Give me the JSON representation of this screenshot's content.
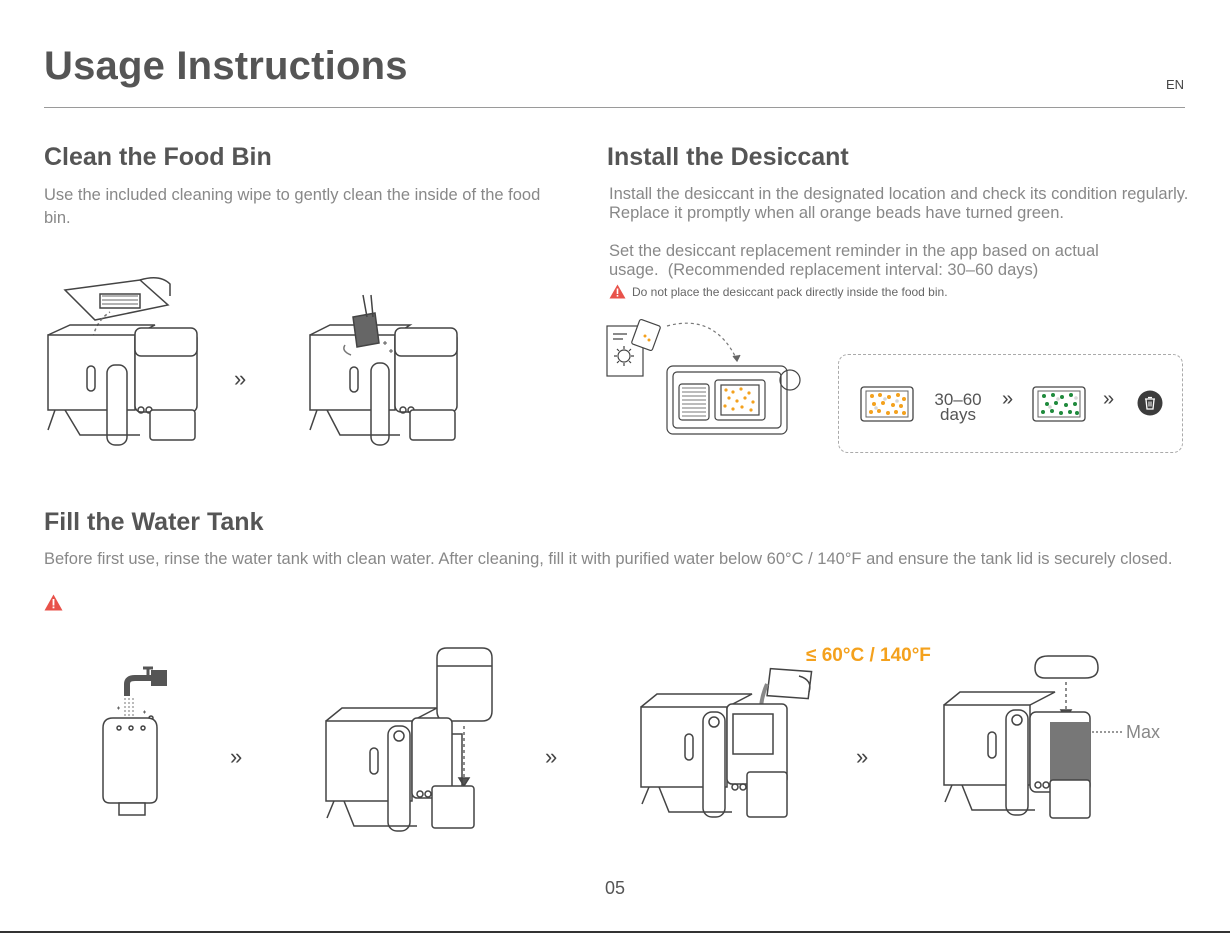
{
  "header": {
    "title": "Usage Instructions",
    "lang": "EN"
  },
  "clean": {
    "heading": "Clean the Food Bin",
    "text": "Use the included cleaning wipe to gently clean the inside of the food bin.",
    "arrow": "»"
  },
  "desiccant": {
    "heading": "Install the Desiccant",
    "text1": "Install the desiccant in the designated location and check its condition regularly. Replace it promptly when all orange beads have turned green.",
    "text2": "Set the desiccant replacement reminder in the app based on actual usage.  (Recommended replacement interval: 30–60 days)",
    "warning": "Do not place the desiccant pack directly inside the food bin.",
    "interval_line1": "30–60",
    "interval_line2": "days",
    "arrow": "»"
  },
  "water": {
    "heading": "Fill the Water Tank",
    "text": "Before first use, rinse the water tank with clean water. After cleaning, fill it with purified water below 60°C / 140°F and ensure the tank lid is securely closed.",
    "temp_label": "≤ 60°C / 140°F",
    "max_label": "Max",
    "arrow": "»"
  },
  "footer": {
    "page": "05"
  },
  "colors": {
    "warning": "#e8524a",
    "orange_bead": "#f4a11d",
    "green_bead": "#1f8a3c",
    "heading": "#555555",
    "body": "#888888"
  }
}
